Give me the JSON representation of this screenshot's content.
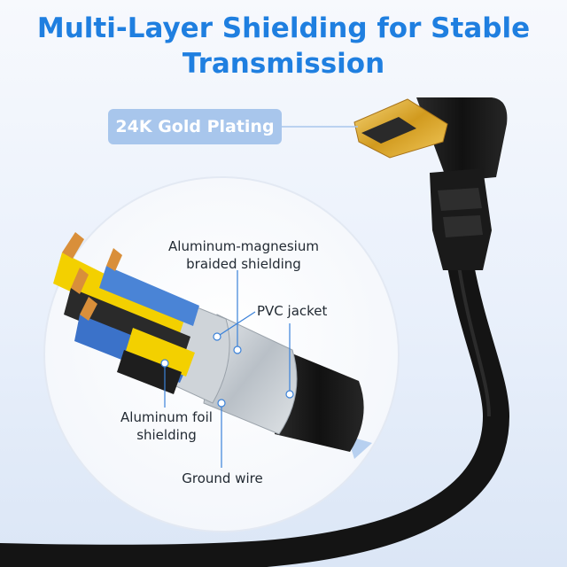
{
  "header": {
    "title_line1": "Multi-Layer Shielding for Stable",
    "title_line2": "Transmission"
  },
  "badge": {
    "gold_plating": "24K Gold Plating"
  },
  "callouts": {
    "braided_line1": "Aluminum-magnesium",
    "braided_line2": "braided shielding",
    "pvc_jacket": "PVC jacket",
    "foil_line1": "Aluminum foil",
    "foil_line2": "shielding",
    "ground_wire": "Ground wire"
  },
  "colors": {
    "title_blue": "#1f7fe0",
    "badge_blue": "#a8c6ec",
    "cable_black": "#141414",
    "gold": "#d8a227",
    "accent_blue": "#3b82d9"
  }
}
